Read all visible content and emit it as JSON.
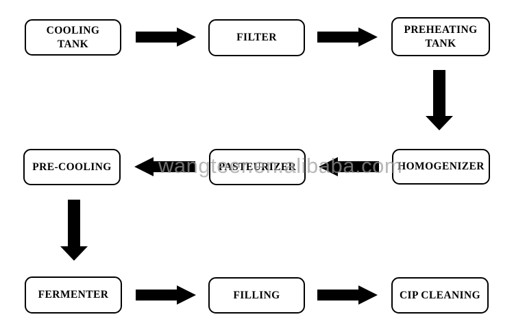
{
  "diagram": {
    "type": "flowchart",
    "subject": "process-flow",
    "watermark": "wangteer.en.alibaba.com",
    "nodes": [
      {
        "id": "cooling-tank",
        "label": "COOLING TANK"
      },
      {
        "id": "filter",
        "label": "FILTER"
      },
      {
        "id": "preheating-tank",
        "label": "PREHEATING TANK"
      },
      {
        "id": "homogenizer",
        "label": "HOMOGENIZER"
      },
      {
        "id": "pasteurizer",
        "label": "PASTEURIZER"
      },
      {
        "id": "pre-cooling",
        "label": "PRE-COOLING"
      },
      {
        "id": "fermenter",
        "label": "FERMENTER"
      },
      {
        "id": "filling",
        "label": "FILLING"
      },
      {
        "id": "cip-cleaning",
        "label": "CIP CLEANING"
      }
    ],
    "edges": [
      {
        "from": "cooling-tank",
        "to": "filter",
        "direction": "right"
      },
      {
        "from": "filter",
        "to": "preheating-tank",
        "direction": "right"
      },
      {
        "from": "preheating-tank",
        "to": "homogenizer",
        "direction": "down"
      },
      {
        "from": "homogenizer",
        "to": "pasteurizer",
        "direction": "left"
      },
      {
        "from": "pasteurizer",
        "to": "pre-cooling",
        "direction": "left"
      },
      {
        "from": "pre-cooling",
        "to": "fermenter",
        "direction": "down"
      },
      {
        "from": "fermenter",
        "to": "filling",
        "direction": "right"
      },
      {
        "from": "filling",
        "to": "cip-cleaning",
        "direction": "right"
      }
    ],
    "colors": {
      "background": "#ffffff",
      "node_fill": "#ffffff",
      "node_border": "#000000",
      "node_text": "#000000",
      "arrow": "#000000",
      "watermark": "#9d9d9d"
    }
  }
}
